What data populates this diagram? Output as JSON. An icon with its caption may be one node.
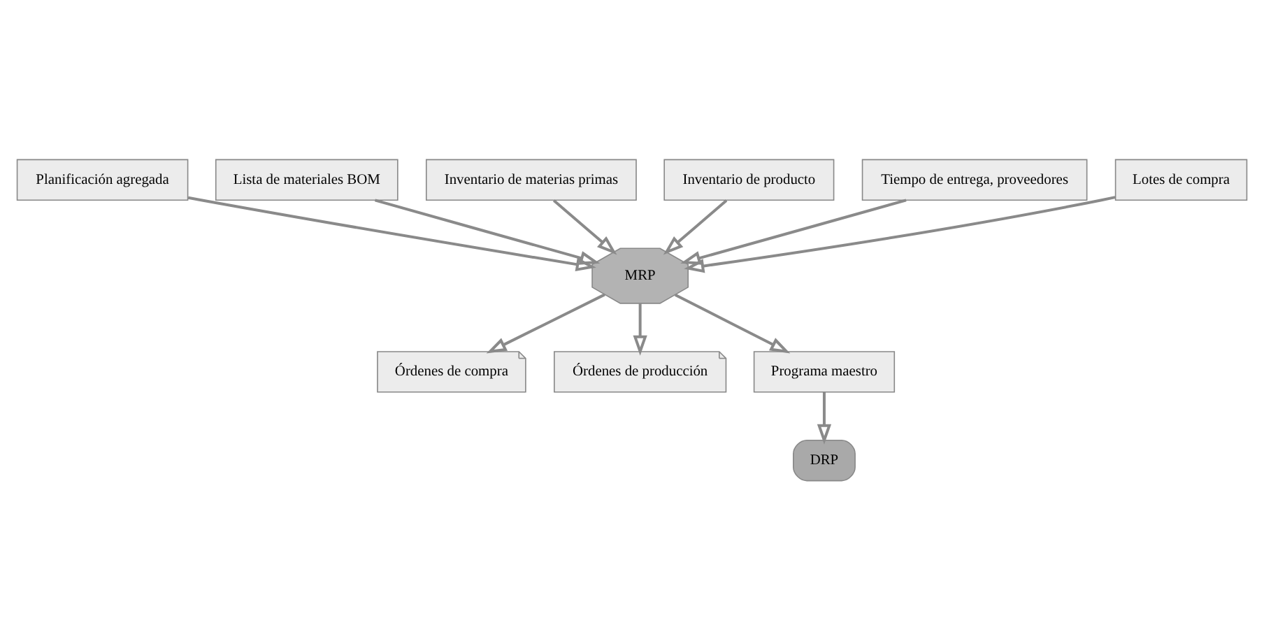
{
  "diagram": {
    "nodes": [
      {
        "text": [
          "Planificación agregada"
        ]
      },
      {
        "text": [
          "Lista de materiales BOM"
        ]
      },
      {
        "text": [
          "MRP"
        ]
      },
      {
        "text": [
          "Inventario de materias primas"
        ]
      },
      {
        "text": [
          "Órdenes de compra"
        ]
      },
      {
        "text": [
          "Inventario de producto"
        ]
      },
      {
        "text": [
          "Órdenes de producción"
        ]
      },
      {
        "text": [
          "Programa maestro"
        ]
      },
      {
        "text": [
          "Tiempo de entrega, proveedores"
        ]
      },
      {
        "text": [
          "Lotes de compra"
        ]
      },
      {
        "text": [
          "DRP"
        ]
      }
    ],
    "edges": [
      {
        "from": 0,
        "to": 2,
        "arrow": "to"
      },
      {
        "from": 1,
        "to": 2,
        "arrow": "to"
      },
      {
        "from": 3,
        "to": 2,
        "arrow": "to"
      },
      {
        "from": 5,
        "to": 2,
        "arrow": "to"
      },
      {
        "from": 8,
        "to": 2,
        "arrow": "to"
      },
      {
        "from": 9,
        "to": 2,
        "arrow": "to"
      },
      {
        "from": 2,
        "to": 4,
        "arrow": "to"
      },
      {
        "from": 2,
        "to": 6,
        "arrow": "to"
      },
      {
        "from": 2,
        "to": 7,
        "arrow": "to"
      },
      {
        "from": 7,
        "to": 10,
        "arrow": "to"
      }
    ]
  }
}
